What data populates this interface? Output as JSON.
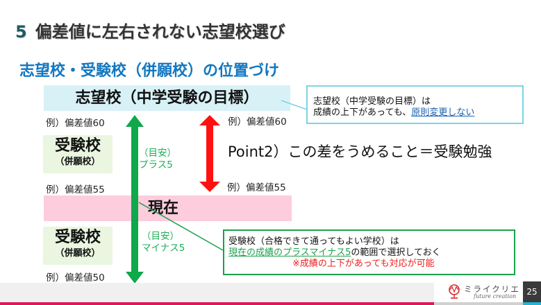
{
  "header": {
    "section_number": "5",
    "title": "偏差値に左右されない志望校選び",
    "subtitle": "志望校・受験校（併願校）の位置づけ"
  },
  "diagram": {
    "target_school": "志望校（中学受験の目標）",
    "current": "現在",
    "exam_school_upper": {
      "main": "受験校",
      "sub": "（併願校）"
    },
    "exam_school_lower": {
      "main": "受験校",
      "sub": "（併願校）"
    },
    "deviation_left": [
      "例）偏差値60",
      "例）偏差値55",
      "例）偏差値50"
    ],
    "deviation_right": [
      "例）偏差値60",
      "例）偏差値55"
    ],
    "green_note_upper": {
      "line1": "（目安）",
      "line2": "プラス5"
    },
    "green_note_lower": {
      "line1": "（目安）",
      "line2": "マイナス5"
    },
    "point": "Point2）この差をうめること＝受験勉強",
    "colors": {
      "green_arrow": "#0fa84a",
      "red_arrow": "#ff1010",
      "target_band": "#d8f1f7",
      "current_band": "#fdccdd",
      "exam_box": "#eaf6e0"
    }
  },
  "callout_target": {
    "line1": "志望校（中学受験の目標）は",
    "line2_prefix": "成績の上下があっても、",
    "line2_link": "原則変更しない"
  },
  "callout_exam": {
    "line1": "受験校（合格できて通ってもよい学校）は",
    "line2_link": "現在の成績のプラスマイナス5",
    "line2_suffix": "の範囲で選択しておく",
    "line3_warning": "※成績の上下があっても対応が可能"
  },
  "footer": {
    "logo_text": "ミライクリエ",
    "logo_subtext": "future creation",
    "logo_icon": "globe-icon",
    "page_number": "25"
  }
}
